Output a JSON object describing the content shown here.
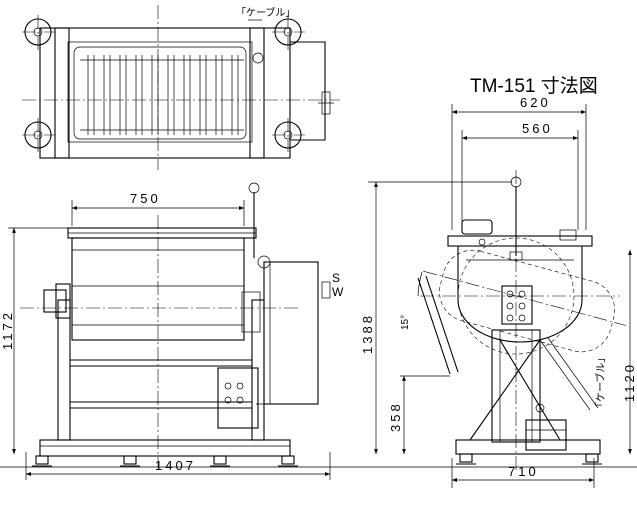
{
  "title": "TM-151 寸法図",
  "cable_label_top": "「ケーブル」",
  "cable_label_side": "「ケーブル」",
  "dimensions": {
    "width_750": "750",
    "overall_1407": "1407",
    "height_1172": "1172",
    "width_620": "620",
    "width_560": "560",
    "height_1388": "1388",
    "height_358": "358",
    "base_710": "710",
    "angle_15": "15°",
    "height_1120": "1120"
  },
  "labels": {
    "s": "S",
    "w": "W"
  }
}
